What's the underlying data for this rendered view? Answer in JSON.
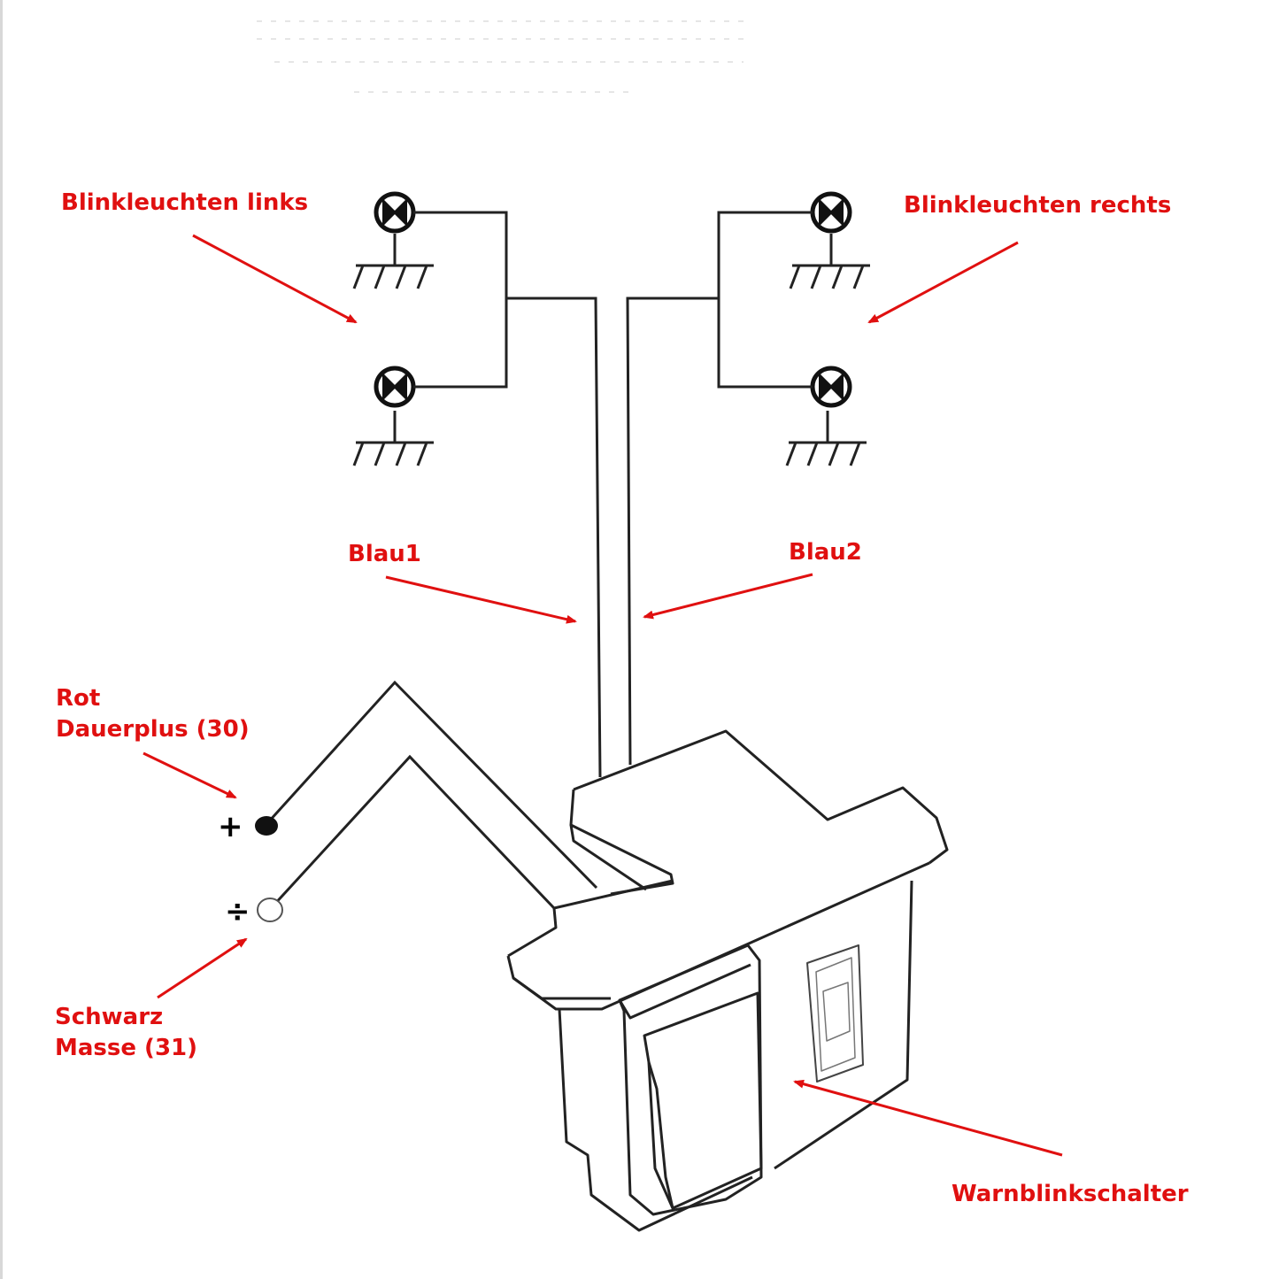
{
  "labels": {
    "lamps_left": "Blinkleuchten links",
    "lamps_right": "Blinkleuchten rechts",
    "blau1": "Blau1",
    "blau2": "Blau2",
    "rot_line1": "Rot",
    "rot_line2": "Dauerplus (30)",
    "schwarz_line1": "Schwarz",
    "schwarz_line2": "Masse (31)",
    "switch": "Warnblinkschalter"
  },
  "symbols": {
    "plus": "+",
    "minus": "÷"
  },
  "colors": {
    "annotation": "#e01010",
    "line": "#222222"
  }
}
